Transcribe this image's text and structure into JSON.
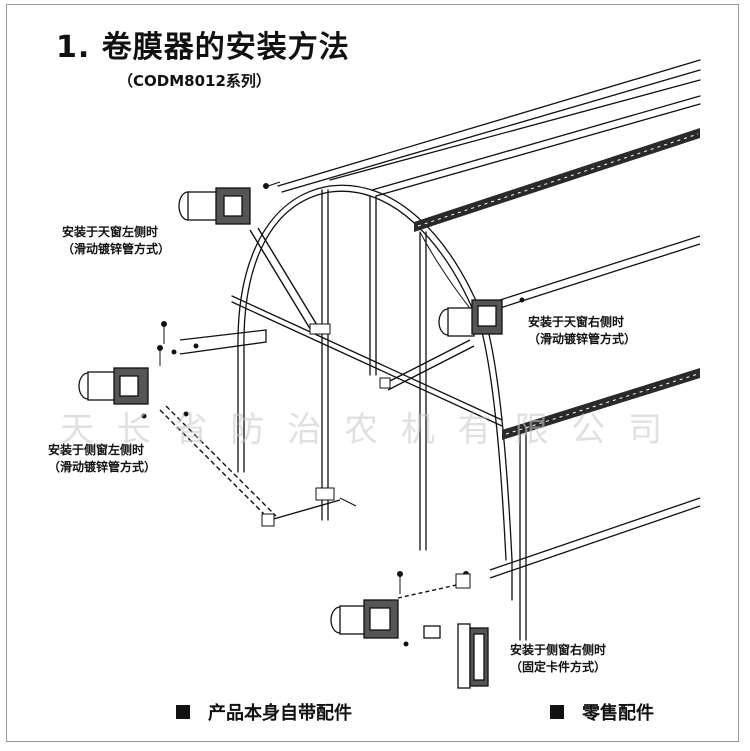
{
  "header": {
    "title": "1. 卷膜器的安装方法",
    "subtitle": "（CODM8012系列）"
  },
  "callouts": {
    "roof_left": {
      "line1": "安装于天窗左侧时",
      "line2": "（滑动镀锌管方式）"
    },
    "roof_right": {
      "line1": "安装于天窗右侧时",
      "line2": "（滑动镀锌管方式）"
    },
    "side_left": {
      "line1": "安装于侧窗左侧时",
      "line2": "（滑动镀锌管方式）"
    },
    "side_right": {
      "line1": "安装于侧窗右侧时",
      "line2": "（固定卡件方式）"
    }
  },
  "legend": {
    "included": "产品本身自带配件",
    "retail": "零售配件"
  },
  "colors": {
    "ink": "#111111",
    "frame": "#9a9a9a",
    "rail": "#2a2a2a",
    "watermark": "#c8c8c8"
  },
  "icons": {
    "legend_marker": "black-square-icon",
    "motor": "gear-motor-icon",
    "bolt": "bolt-icon"
  }
}
